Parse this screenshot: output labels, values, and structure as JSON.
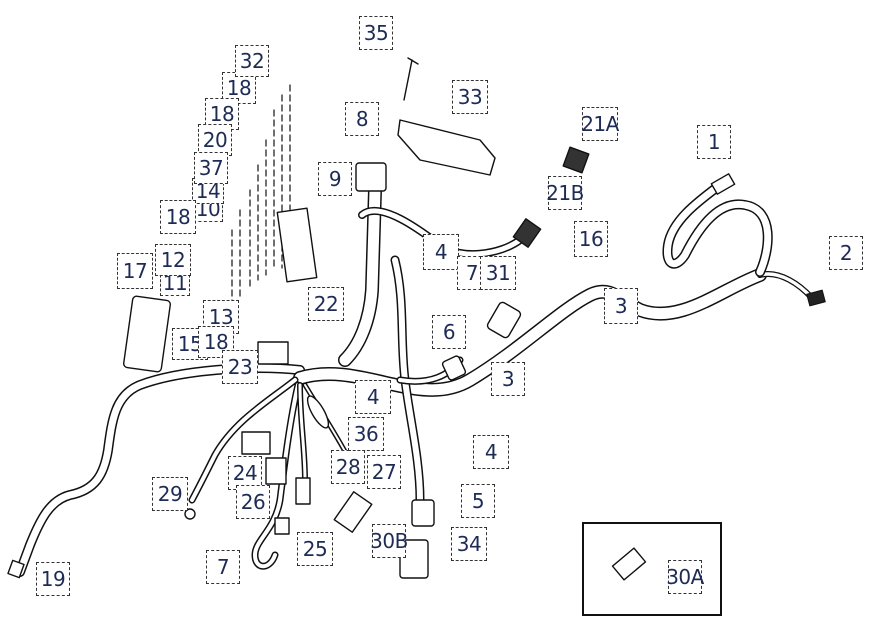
{
  "diagram": {
    "title": "Wiring harness exploded parts view",
    "label_color": "#1d2b55",
    "callouts": [
      {
        "id": "c1",
        "label": "1"
      },
      {
        "id": "c2",
        "label": "2"
      },
      {
        "id": "c3a",
        "label": "3"
      },
      {
        "id": "c3b",
        "label": "3"
      },
      {
        "id": "c4a",
        "label": "4"
      },
      {
        "id": "c4b",
        "label": "4"
      },
      {
        "id": "c4c",
        "label": "4"
      },
      {
        "id": "c5",
        "label": "5"
      },
      {
        "id": "c6",
        "label": "6"
      },
      {
        "id": "c7a",
        "label": "7"
      },
      {
        "id": "c7b",
        "label": "7"
      },
      {
        "id": "c8",
        "label": "8"
      },
      {
        "id": "c9",
        "label": "9"
      },
      {
        "id": "c10",
        "label": "10"
      },
      {
        "id": "c11",
        "label": "11"
      },
      {
        "id": "c12",
        "label": "12"
      },
      {
        "id": "c13",
        "label": "13"
      },
      {
        "id": "c14",
        "label": "14"
      },
      {
        "id": "c15",
        "label": "15"
      },
      {
        "id": "c16",
        "label": "16"
      },
      {
        "id": "c17",
        "label": "17"
      },
      {
        "id": "c18a",
        "label": "18"
      },
      {
        "id": "c18b",
        "label": "18"
      },
      {
        "id": "c18c",
        "label": "18"
      },
      {
        "id": "c18d",
        "label": "18"
      },
      {
        "id": "c19",
        "label": "19"
      },
      {
        "id": "c20",
        "label": "20"
      },
      {
        "id": "c21a",
        "label": "21A"
      },
      {
        "id": "c21b",
        "label": "21B"
      },
      {
        "id": "c22",
        "label": "22"
      },
      {
        "id": "c23",
        "label": "23"
      },
      {
        "id": "c24",
        "label": "24"
      },
      {
        "id": "c25",
        "label": "25"
      },
      {
        "id": "c26",
        "label": "26"
      },
      {
        "id": "c27",
        "label": "27"
      },
      {
        "id": "c28",
        "label": "28"
      },
      {
        "id": "c29",
        "label": "29"
      },
      {
        "id": "c30a",
        "label": "30A"
      },
      {
        "id": "c30b",
        "label": "30B"
      },
      {
        "id": "c31",
        "label": "31"
      },
      {
        "id": "c32",
        "label": "32"
      },
      {
        "id": "c33",
        "label": "33"
      },
      {
        "id": "c34",
        "label": "34"
      },
      {
        "id": "c35",
        "label": "35"
      },
      {
        "id": "c36",
        "label": "36"
      },
      {
        "id": "c37",
        "label": "37"
      }
    ]
  }
}
